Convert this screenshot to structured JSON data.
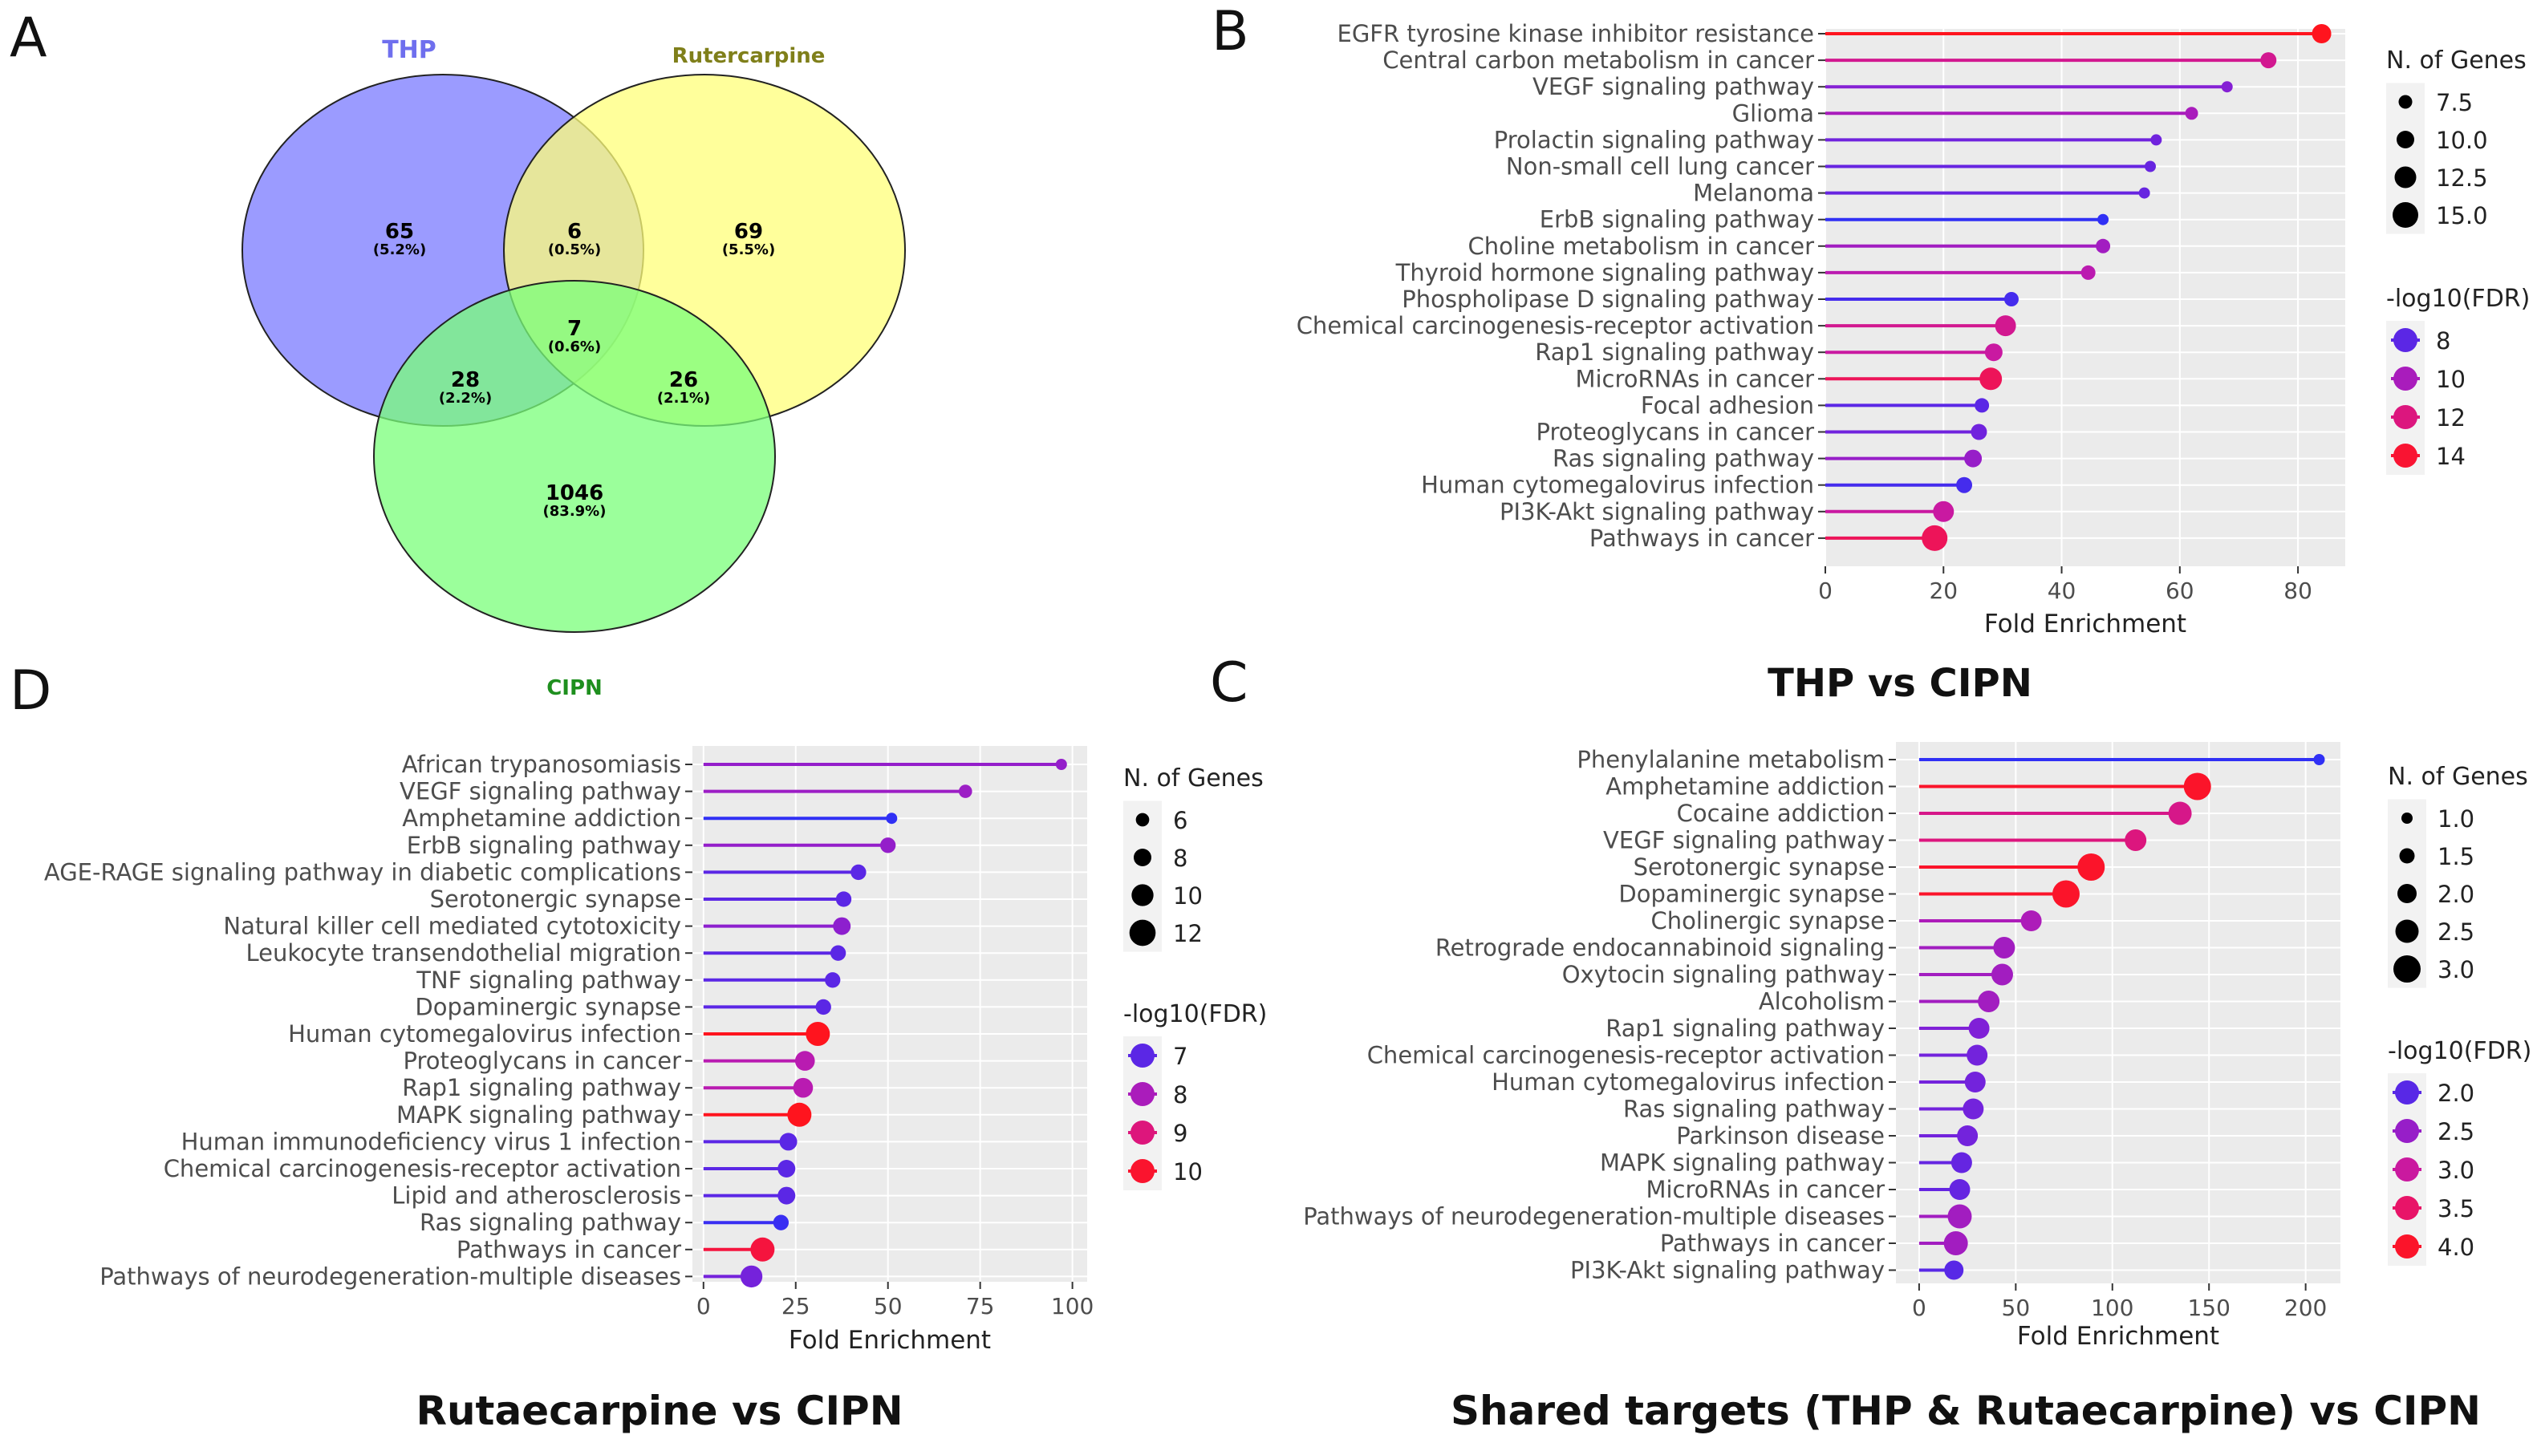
{
  "panels": {
    "A": {
      "letter": "A",
      "sets": [
        {
          "name": "THP",
          "color": "#7a7aff",
          "text_color": "#6f6fee"
        },
        {
          "name": "Rutercarpine",
          "color": "#ffff7a",
          "text_color": "#7f7f1a"
        },
        {
          "name": "CIPN",
          "color": "#7aff7a",
          "text_color": "#1e8f1e"
        }
      ],
      "regions": [
        {
          "id": "thp_only",
          "count": "65",
          "pct": "(5.2%)"
        },
        {
          "id": "thp_rut",
          "count": "6",
          "pct": "(0.5%)"
        },
        {
          "id": "rut_only",
          "count": "69",
          "pct": "(5.5%)"
        },
        {
          "id": "all",
          "count": "7",
          "pct": "(0.6%)"
        },
        {
          "id": "thp_cipn",
          "count": "28",
          "pct": "(2.2%)"
        },
        {
          "id": "rut_cipn",
          "count": "26",
          "pct": "(2.1%)"
        },
        {
          "id": "cipn_only",
          "count": "1046",
          "pct": "(83.9%)"
        }
      ]
    },
    "B": {
      "letter": "B",
      "title": "THP vs CIPN"
    },
    "C": {
      "letter": "C",
      "title": "Shared targets (THP & Rutaecarpine) vs CIPN"
    },
    "D": {
      "letter": "D",
      "title": "Rutaecarpine vs CIPN"
    }
  },
  "chart_data": [
    {
      "panel": "B",
      "type": "lollipop",
      "xlabel": "Fold Enrichment",
      "xlim": [
        0,
        88
      ],
      "xticks": [
        0,
        20,
        40,
        60,
        80
      ],
      "size_legend": {
        "title": "N. of Genes",
        "values": [
          "7.5",
          "10.0",
          "12.5",
          "15.0"
        ]
      },
      "color_legend": {
        "title": "-log10(FDR)",
        "values": [
          "8",
          "10",
          "12",
          "14"
        ]
      },
      "color_range": [
        7,
        14.5
      ],
      "size_range": [
        6,
        16
      ],
      "categories": [
        "EGFR tyrosine kinase inhibitor resistance",
        "Central carbon metabolism in cancer",
        "VEGF signaling pathway",
        "Glioma",
        "Prolactin signaling pathway",
        "Non-small cell lung cancer",
        "Melanoma",
        "ErbB signaling pathway",
        "Choline metabolism in cancer",
        "Thyroid hormone signaling pathway",
        "Phospholipase D signaling pathway",
        "Chemical carcinogenesis-receptor activation",
        "Rap1 signaling pathway",
        "MicroRNAs in cancer",
        "Focal adhesion",
        "Proteoglycans in cancer",
        "Ras signaling pathway",
        "Human cytomegalovirus infection",
        "PI3K-Akt signaling pathway",
        "Pathways in cancer"
      ],
      "fold_enrichment": [
        84,
        75,
        68,
        62,
        56,
        55,
        54,
        47,
        47,
        44.5,
        31.5,
        30.5,
        28.5,
        28,
        26.5,
        26,
        25,
        23.5,
        20,
        18.5
      ],
      "n_genes": [
        11,
        9,
        6,
        7,
        6,
        6,
        6,
        6,
        8,
        8,
        8,
        12,
        10,
        13,
        8,
        9,
        10,
        9,
        12,
        15
      ],
      "neg_log10_fdr": [
        14.5,
        11.5,
        9,
        10,
        8.5,
        8.3,
        8.3,
        7,
        9.8,
        10.5,
        7.5,
        11.5,
        11,
        13,
        8,
        8.5,
        9.5,
        7.5,
        11,
        13
      ]
    },
    {
      "panel": "D",
      "type": "lollipop",
      "xlabel": "Fold Enrichment",
      "xlim": [
        -3,
        104
      ],
      "xticks": [
        0,
        25,
        50,
        75,
        100
      ],
      "size_legend": {
        "title": "N. of Genes",
        "values": [
          "6",
          "8",
          "10",
          "12"
        ]
      },
      "color_legend": {
        "title": "-log10(FDR)",
        "values": [
          "7",
          "8",
          "9",
          "10"
        ]
      },
      "color_range": [
        6.5,
        10.2
      ],
      "size_range": [
        5,
        12.5
      ],
      "categories": [
        "African trypanosomiasis",
        "VEGF signaling pathway",
        "Amphetamine addiction",
        "ErbB signaling pathway",
        "AGE-RAGE signaling pathway in diabetic complications",
        "Serotonergic synapse",
        "Natural killer cell mediated cytotoxicity",
        "Leukocyte transendothelial migration",
        "TNF signaling pathway",
        "Dopaminergic synapse",
        "Human cytomegalovirus infection",
        "Proteoglycans in cancer",
        "Rap1 signaling pathway",
        "MAPK signaling pathway",
        "Human immunodeficiency virus 1 infection",
        "Chemical carcinogenesis-receptor activation",
        "Lipid and atherosclerosis",
        "Ras signaling pathway",
        "Pathways in cancer",
        "Pathways of neurodegeneration-multiple diseases"
      ],
      "fold_enrichment": [
        97,
        71,
        51,
        50,
        42,
        38,
        37.5,
        36.5,
        35,
        32.5,
        31,
        27.5,
        27,
        26,
        23,
        22.5,
        22.5,
        21,
        16,
        13
      ],
      "n_genes": [
        5,
        6,
        5,
        7,
        7,
        7,
        8,
        7,
        7,
        7,
        11,
        9,
        9,
        11,
        8,
        8,
        8,
        7,
        11,
        10
      ],
      "neg_log10_fdr": [
        7.7,
        7.8,
        6.5,
        7.7,
        7,
        7,
        7.6,
        7,
        7,
        7,
        10.2,
        8.2,
        8.2,
        10.2,
        7,
        7,
        7,
        6.6,
        9.8,
        7.3
      ]
    },
    {
      "panel": "C",
      "type": "lollipop",
      "xlabel": "Fold Enrichment",
      "xlim": [
        -12,
        218
      ],
      "xticks": [
        0,
        50,
        100,
        150,
        200
      ],
      "size_legend": {
        "title": "N. of Genes",
        "values": [
          "1.0",
          "1.5",
          "2.0",
          "2.5",
          "3.0"
        ]
      },
      "color_legend": {
        "title": "-log10(FDR)",
        "values": [
          "2.0",
          "2.5",
          "3.0",
          "3.5",
          "4.0"
        ]
      },
      "color_range": [
        1.7,
        4.1
      ],
      "size_range": [
        1,
        3
      ],
      "categories": [
        "Phenylalanine metabolism",
        "Amphetamine addiction",
        "Cocaine addiction",
        "VEGF signaling pathway",
        "Serotonergic synapse",
        "Dopaminergic synapse",
        "Cholinergic synapse",
        "Retrograde endocannabinoid signaling",
        "Oxytocin signaling pathway",
        "Alcoholism",
        "Rap1 signaling pathway",
        "Chemical carcinogenesis-receptor activation",
        "Human cytomegalovirus infection",
        "Ras signaling pathway",
        "Parkinson disease",
        "MAPK signaling pathway",
        "MicroRNAs in cancer",
        "Pathways of neurodegeneration-multiple diseases",
        "Pathways in cancer",
        "PI3K-Akt signaling pathway"
      ],
      "fold_enrichment": [
        207,
        144,
        135,
        112,
        89,
        76,
        58,
        44,
        43,
        36,
        31,
        30,
        29,
        28,
        25,
        22,
        21,
        21,
        19,
        18
      ],
      "n_genes": [
        1,
        3,
        2.5,
        2.3,
        3,
        3,
        2.2,
        2.3,
        2.3,
        2.3,
        2.2,
        2.2,
        2.2,
        2.2,
        2.2,
        2.2,
        2.2,
        2.6,
        2.6,
        2
      ],
      "neg_log10_fdr": [
        1.7,
        4,
        3.2,
        3.3,
        4,
        4,
        2.7,
        2.6,
        2.6,
        2.6,
        2.3,
        2.2,
        2.2,
        2.2,
        2.2,
        2.1,
        2.1,
        2.6,
        2.6,
        2.0
      ]
    }
  ]
}
